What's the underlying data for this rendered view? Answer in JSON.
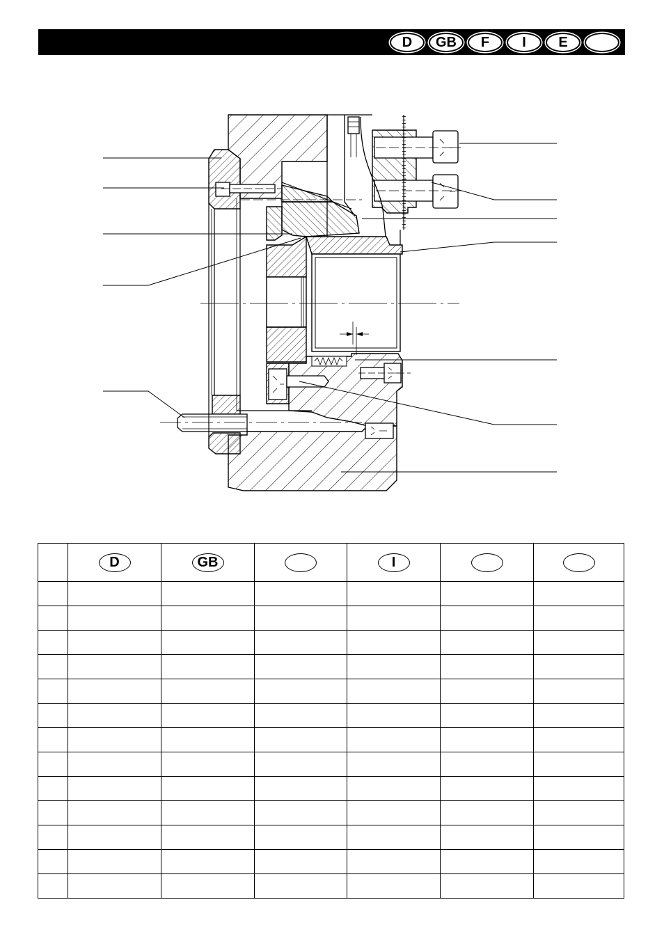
{
  "header": {
    "badges": [
      "D",
      "GB",
      "F",
      "I",
      "E",
      ""
    ]
  },
  "table": {
    "header_badges": [
      "D",
      "GB",
      "",
      "I",
      "",
      ""
    ],
    "rows": [
      [
        "",
        "",
        "",
        "",
        "",
        "",
        ""
      ],
      [
        "",
        "",
        "",
        "",
        "",
        "",
        ""
      ],
      [
        "",
        "",
        "",
        "",
        "",
        "",
        ""
      ],
      [
        "",
        "",
        "",
        "",
        "",
        "",
        ""
      ],
      [
        "",
        "",
        "",
        "",
        "",
        "",
        ""
      ],
      [
        "",
        "",
        "",
        "",
        "",
        "",
        ""
      ],
      [
        "",
        "",
        "",
        "",
        "",
        "",
        ""
      ],
      [
        "",
        "",
        "",
        "",
        "",
        "",
        ""
      ],
      [
        "",
        "",
        "",
        "",
        "",
        "",
        ""
      ],
      [
        "",
        "",
        "",
        "",
        "",
        "",
        ""
      ],
      [
        "",
        "",
        "",
        "",
        "",
        "",
        ""
      ],
      [
        "",
        "",
        "",
        "",
        "",
        "",
        ""
      ],
      [
        "",
        "",
        "",
        "",
        "",
        "",
        ""
      ]
    ]
  },
  "colors": {
    "ink": "#000000",
    "paper": "#ffffff"
  }
}
